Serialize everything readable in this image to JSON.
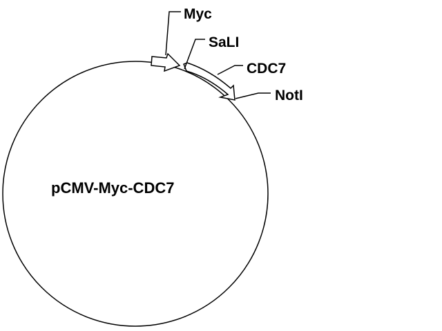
{
  "plasmid": {
    "name": "pCMV-Myc-CDC7"
  },
  "features": {
    "myc": "Myc",
    "sali": "SaLI",
    "cdc7": "CDC7",
    "noti": "NotI"
  },
  "colors": {
    "stroke": "#000000",
    "background": "#ffffff",
    "arrow_fill": "#ffffff"
  }
}
